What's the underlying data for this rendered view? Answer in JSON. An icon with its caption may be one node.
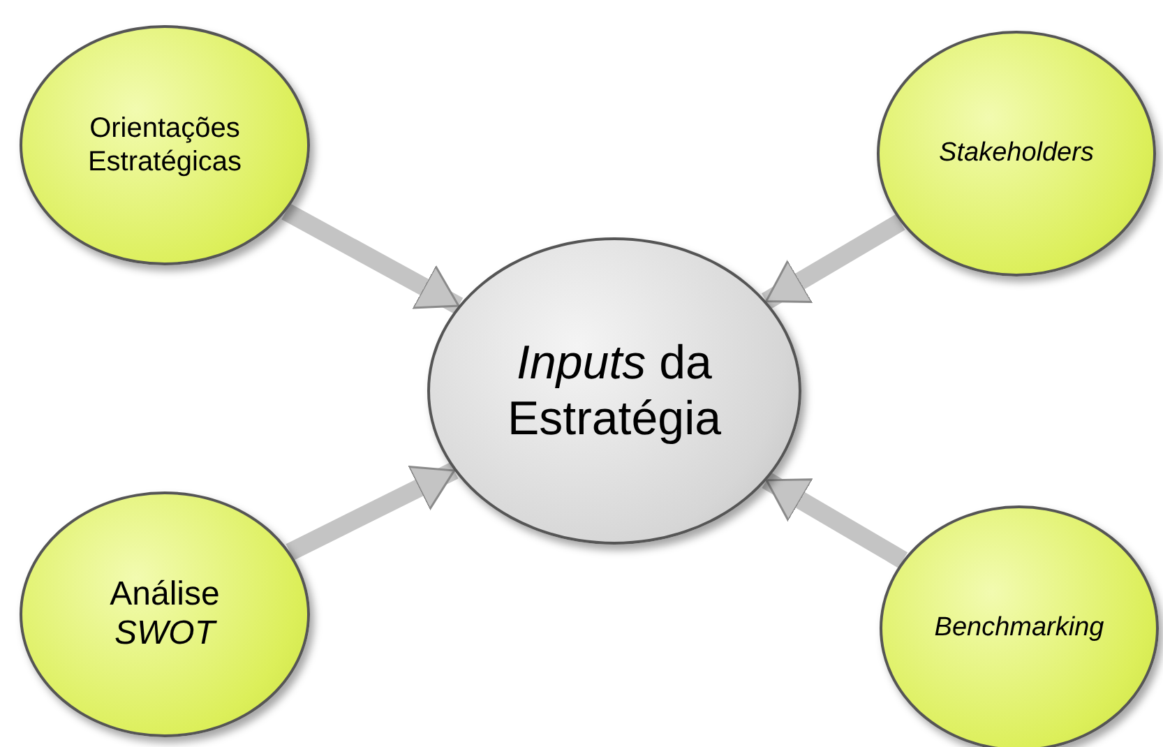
{
  "diagram": {
    "nodes": [
      {
        "text": [
          "Orientações Estratégicas"
        ]
      },
      {
        "text": [
          "Stakeholders"
        ]
      },
      {
        "text": [
          "*Inputs* da Estratégia"
        ]
      },
      {
        "text": [
          "Análise *SWOT*"
        ]
      },
      {
        "text": [
          "Benchmarking"
        ]
      }
    ],
    "edges": [
      {
        "from": 0,
        "to": 2,
        "arrow": "to"
      },
      {
        "from": 1,
        "to": 2,
        "arrow": "to"
      },
      {
        "from": 3,
        "to": 2,
        "arrow": "to"
      },
      {
        "from": 4,
        "to": 2,
        "arrow": "to"
      }
    ]
  }
}
